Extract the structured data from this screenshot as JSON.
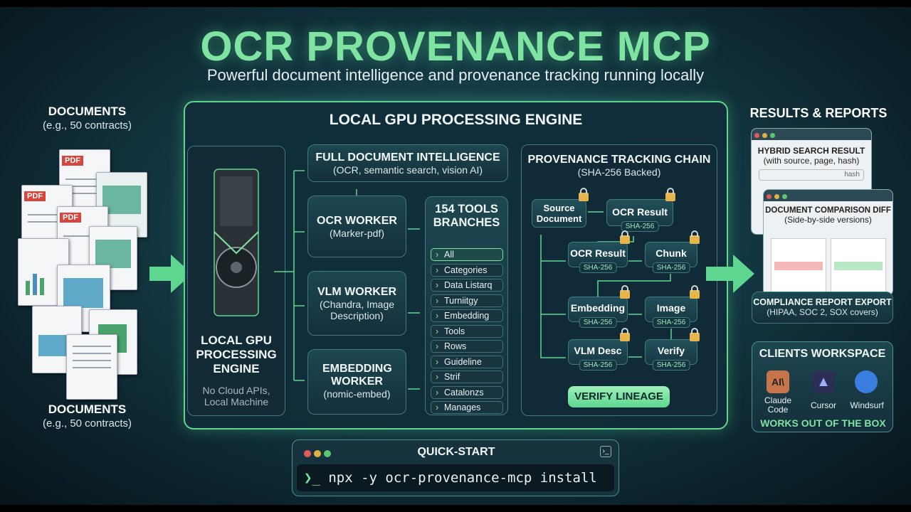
{
  "header": {
    "title": "OCR PROVENANCE MCP",
    "subtitle": "Powerful document intelligence and provenance tracking running locally"
  },
  "documents": {
    "label_top": "DOCUMENTS",
    "note_top": "(e.g., 50 contracts)",
    "label_bottom": "DOCUMENTS",
    "note_bottom": "(e.g., 50 contracts)",
    "pdf_badge": "PDF"
  },
  "engine": {
    "title": "LOCAL GPU PROCESSING ENGINE",
    "gpu_label": "LOCAL GPU PROCESSING ENGINE",
    "gpu_note": "No Cloud APIs, Local Machine"
  },
  "intelligence": {
    "title": "FULL DOCUMENT INTELLIGENCE",
    "sub": "(OCR, semantic search, vision AI)"
  },
  "workers": [
    {
      "title": "OCR WORKER",
      "sub": "(Marker-pdf)"
    },
    {
      "title": "VLM WORKER",
      "sub": "(Chandra, Image Description)"
    },
    {
      "title": "EMBEDDING WORKER",
      "sub": "(nomic-embed)"
    }
  ],
  "tools": {
    "title": "154 TOOLS BRANCHES",
    "items": [
      "All",
      "Categories",
      "Data Listarq",
      "Turniitgy",
      "Embedding",
      "Tools",
      "Rows",
      "Guideline",
      "Strif",
      "Catalonzs",
      "Manages"
    ],
    "active": "All"
  },
  "provenance": {
    "title": "PROVENANCE TRACKING CHAIN",
    "sub": "(SHA-256 Backed)",
    "hash_label": "SHA-256",
    "nodes": [
      "Source Document",
      "OCR Result",
      "OCR Result",
      "Chunk",
      "Embedding",
      "Image",
      "VLM Desc",
      "Verify"
    ],
    "verify_button": "VERIFY LINEAGE"
  },
  "results": {
    "title": "RESULTS & REPORTS",
    "hybrid": {
      "title": "HYBRID SEARCH RESULT",
      "sub": "(with source, page, hash)",
      "search_hint": "hash"
    },
    "diff": {
      "title": "DOCUMENT COMPARISON DIFF",
      "sub": "(Side-by-side versions)"
    },
    "compliance": {
      "title": "COMPLIANCE REPORT EXPORT",
      "sub": "(HIPAA, SOC 2, SOX covers)"
    }
  },
  "clients": {
    "title": "CLIENTS WORKSPACE",
    "items": [
      {
        "name": "Claude Code",
        "logo": "AI\\"
      },
      {
        "name": "Cursor"
      },
      {
        "name": "Windsurf"
      }
    ],
    "footer": "WORKS OUT OF THE BOX"
  },
  "quickstart": {
    "title": "QUICK-START",
    "prompt": "❯_",
    "command": "npx -y ocr-provenance-mcp install"
  },
  "colors": {
    "accent": "#7fe3a2",
    "background": "#143a45",
    "lock": "#e8b54a"
  }
}
